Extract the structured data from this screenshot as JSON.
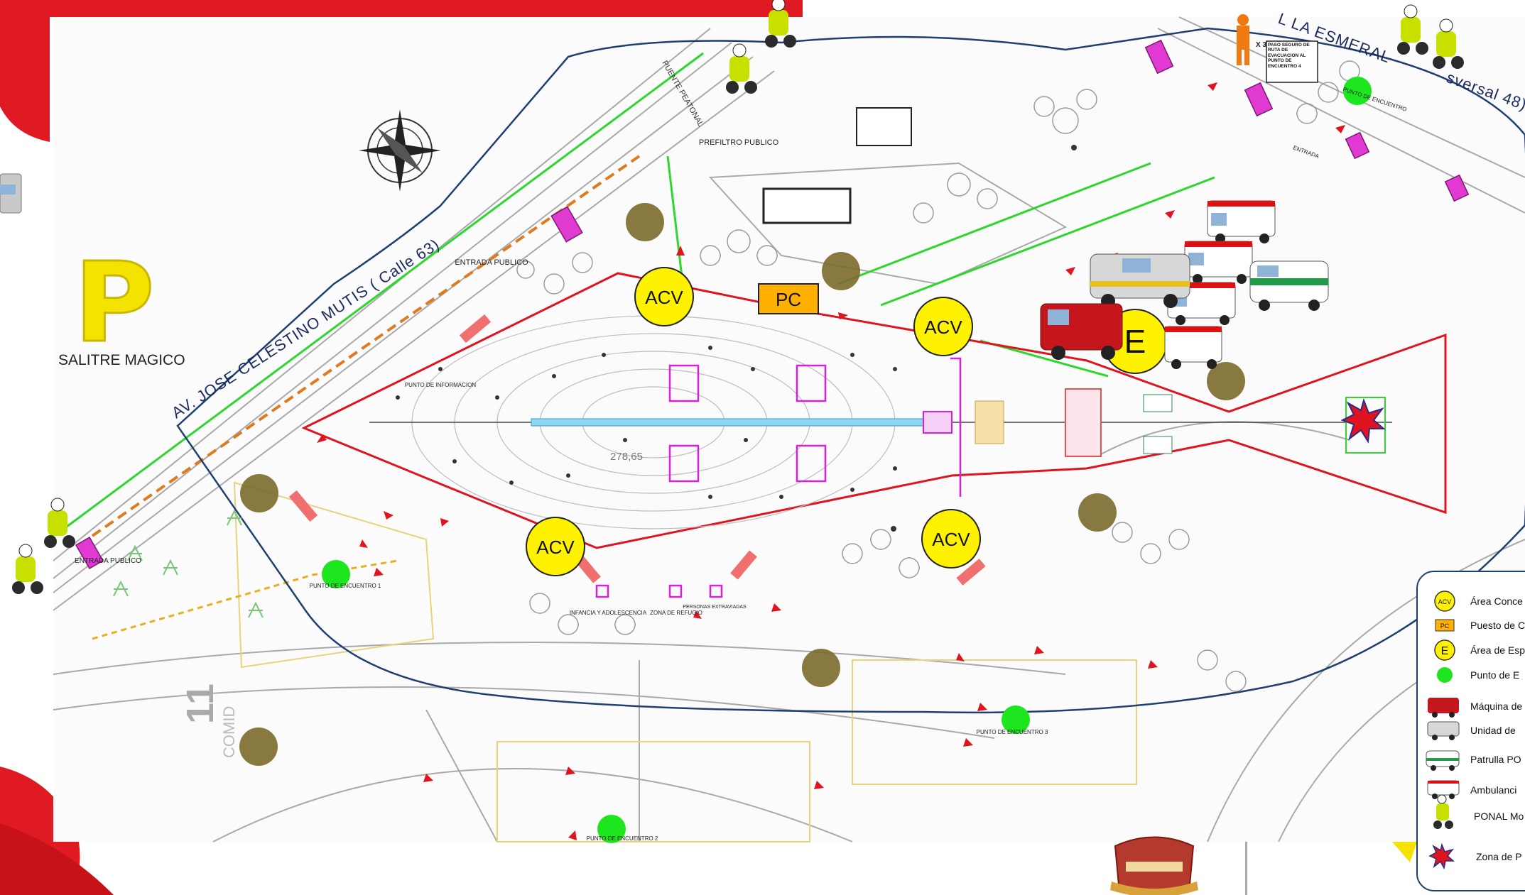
{
  "brand": {
    "logo_letter": "P",
    "name": "SALITRE MAGICO"
  },
  "map": {
    "roads": {
      "av_main": "AV. JOSE CELESTINO MUTIS ( Calle 63)",
      "top_road": "L LA ESMERAL",
      "top_right_road": "sversal 48)",
      "bridge": "PUENTE PEATONAL",
      "side_number": "11",
      "side_label": "COMID"
    },
    "labels": {
      "prefiltro": "PREFILTRO PUBLICO",
      "entrada_publico": "ENTRADA PUBLICO",
      "entrada_publico_2": "ENTRADA PUBLICO",
      "punto_informacion": "PUNTO DE INFORMACION",
      "distance": "278,65",
      "evac_note": "PASO SEGURO DE RUTA DE EVACUACION AL PUNTO DE ENCUENTRO 4",
      "evac_count": "X 3",
      "punto_encuentro_1": "PUNTO DE ENCUENTRO 1",
      "punto_encuentro_2": "PUNTO DE ENCUENTRO 2",
      "punto_encuentro_3": "PUNTO DE ENCUENTRO 3",
      "punto_encuentro_4": "PUNTO DE ENCUENTRO",
      "infancia": "INFANCIA Y ADOLESCENCIA",
      "zona_refugio": "ZONA DE REFUGIO",
      "personas_extraviadas": "PERSONAS EXTRAVIADAS",
      "entrada_top": "ENTRADA"
    },
    "markers": {
      "acv": "ACV",
      "pc": "PC",
      "e": "E"
    }
  },
  "legend": {
    "items": [
      {
        "symbol": "ACV",
        "text": "Área Conce"
      },
      {
        "symbol": "PC",
        "text": "Puesto de C"
      },
      {
        "symbol": "E",
        "text": "Área de Esp"
      },
      {
        "symbol": "",
        "text": "Punto de E"
      },
      {
        "symbol": "",
        "text": "Máquina de"
      },
      {
        "symbol": "",
        "text": "Unidad de"
      },
      {
        "symbol": "",
        "text": "Patrulla PO"
      },
      {
        "symbol": "",
        "text": "Ambulanci"
      },
      {
        "symbol": "",
        "text": "PONAL Mo"
      },
      {
        "symbol": "",
        "text": "Zona de P"
      }
    ]
  },
  "colors": {
    "acv_fill": "#fff200",
    "pc_fill": "#ffb000",
    "meeting_point": "#1ee61e",
    "zone_outline": "#e0141e",
    "tree_circle": "#7a6a2a",
    "route_blue": "#1f3f73",
    "brand_red": "#e01a22",
    "brand_yellow": "#f4e200"
  }
}
